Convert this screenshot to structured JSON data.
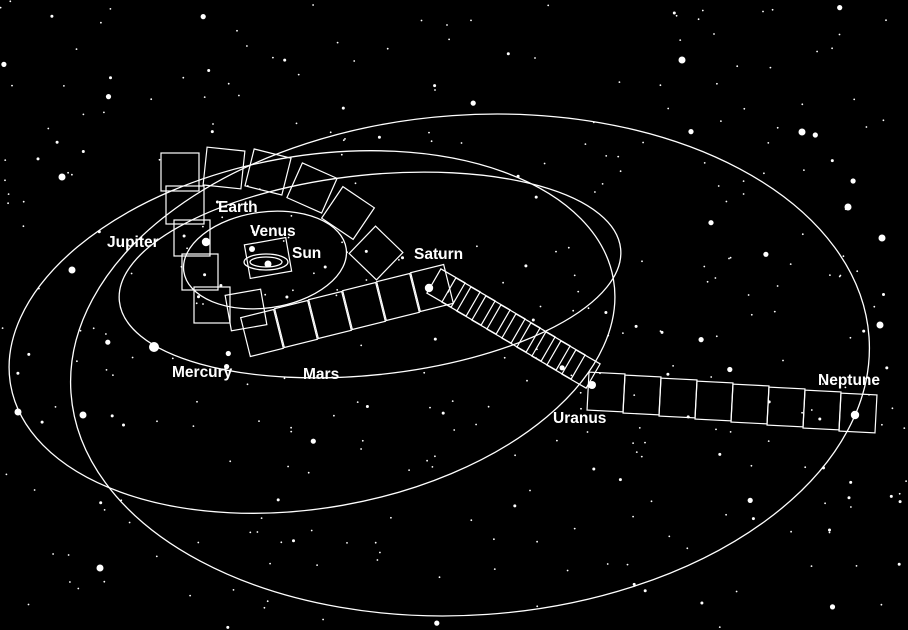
{
  "diagram": {
    "labels": {
      "earth": "Earth",
      "venus": "Venus",
      "sun": "Sun",
      "jupiter": "Jupiter",
      "saturn": "Saturn",
      "mercury": "Mercury",
      "mars": "Mars",
      "uranus": "Uranus",
      "neptune": "Neptune"
    },
    "colors": {
      "background": "#000000",
      "foreground": "#ffffff"
    }
  }
}
